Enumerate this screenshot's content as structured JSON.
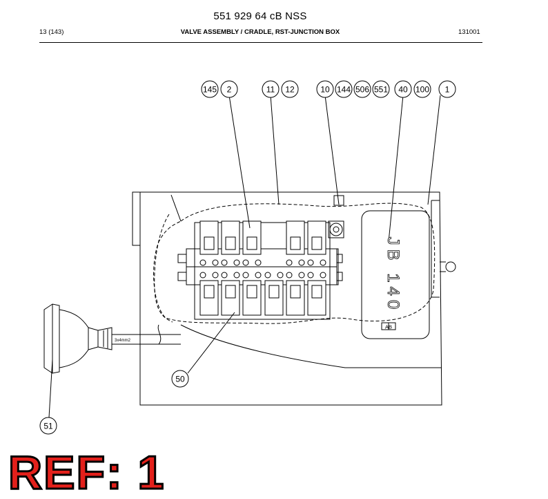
{
  "header": {
    "doc_title": "551 929 64 cB NSS",
    "page": "13 (143)",
    "section_title": "VALVE ASSEMBLY / CRADLE, RST-JUNCTION BOX",
    "doc_code": "131001"
  },
  "callouts": {
    "c145": "145",
    "c2": "2",
    "c11": "11",
    "c12": "12",
    "c10": "10",
    "c144": "144",
    "c506": "506",
    "c551": "551",
    "c40": "40",
    "c100": "100",
    "c1": "1",
    "c50": "50",
    "c51": "51"
  },
  "drawing": {
    "jb_label": "JB 140",
    "jb_ab": "AB",
    "cable_label": "3x4mm2"
  },
  "reference": "REF: 1"
}
